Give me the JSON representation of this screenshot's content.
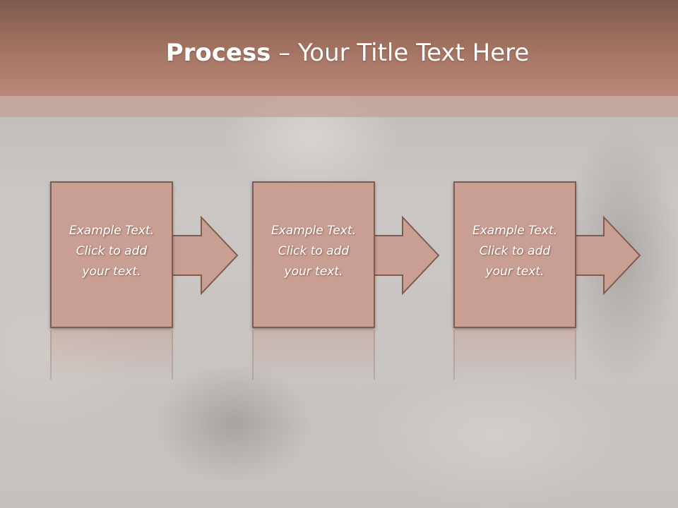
{
  "header": {
    "title_bold": "Process",
    "title_rest": " – Your Title Text Here"
  },
  "steps": [
    {
      "line1": "Example Text.",
      "line2": "Click  to add",
      "line3": "your text."
    },
    {
      "line1": "Example Text.",
      "line2": "Click  to add",
      "line3": "your text."
    },
    {
      "line1": "Example Text.",
      "line2": "Click  to add",
      "line3": "your text."
    }
  ],
  "colors": {
    "header_top": "#7d5a4e",
    "header_bottom": "#bb8878",
    "box_fill": "#c89f92",
    "box_border": "#7f5b50",
    "text": "#ffffff"
  }
}
